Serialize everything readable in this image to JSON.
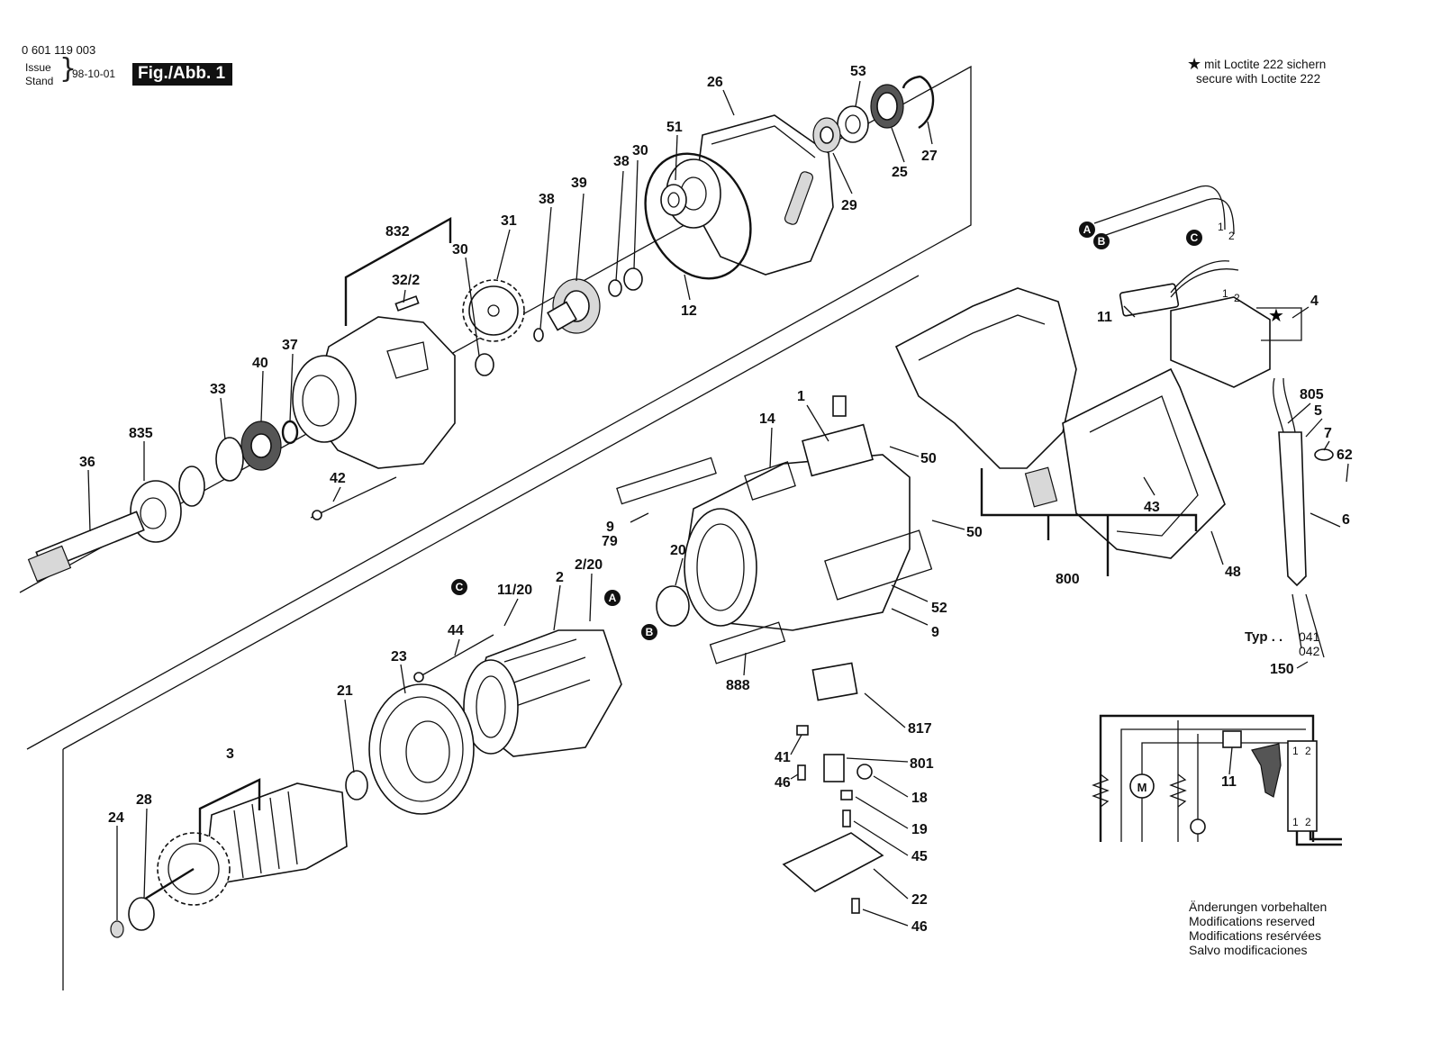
{
  "header": {
    "document_number": "0 601 119 003",
    "issue_label_de": "Issue",
    "issue_label_en": "Stand",
    "issue_date": "98-10-01",
    "figure_label": "Fig./Abb. 1"
  },
  "notes": {
    "loctite_de": "mit Loctite 222 sichern",
    "loctite_en": "secure with Loctite 222",
    "loctite_symbol": "★"
  },
  "modifications": [
    "Änderungen vorbehalten",
    "Modifications reserved",
    "Modifications resérvées",
    "Salvo modificaciones"
  ],
  "type_note": {
    "prefix": "Typ . .",
    "variants": [
      "041",
      "042"
    ]
  },
  "connectors": [
    "A",
    "B",
    "C"
  ],
  "switch_terminals": [
    "1",
    "2"
  ],
  "motor_symbol": "M",
  "part_labels": {
    "p26": "26",
    "p53": "53",
    "p51": "51",
    "p30a": "30",
    "p38a": "38",
    "p27": "27",
    "p25": "25",
    "p29": "29",
    "p39": "39",
    "p31": "31",
    "p38b": "38",
    "p832": "832",
    "p30b": "30",
    "p322": "32/2",
    "p12": "12",
    "p37": "37",
    "p40": "40",
    "p33": "33",
    "p835": "835",
    "p36": "36",
    "p42": "42",
    "p4": "4",
    "p11a": "11",
    "p805": "805",
    "p5": "5",
    "p7": "7",
    "p62": "62",
    "p6": "6",
    "p1": "1",
    "p14": "14",
    "p50a": "50",
    "p50b": "50",
    "p43": "43",
    "p48": "48",
    "p800": "800",
    "p9a": "9",
    "p79": "79",
    "p20": "20",
    "p52": "52",
    "p9b": "9",
    "p888": "888",
    "p1120": "11/20",
    "p2": "2",
    "p220": "2/20",
    "p44": "44",
    "p23": "23",
    "p21": "21",
    "p3": "3",
    "p28": "28",
    "p24": "24",
    "p817": "817",
    "p41": "41",
    "p801": "801",
    "p46a": "46",
    "p18": "18",
    "p19": "19",
    "p45": "45",
    "p22": "22",
    "p46b": "46",
    "p150": "150",
    "p11b": "11"
  }
}
